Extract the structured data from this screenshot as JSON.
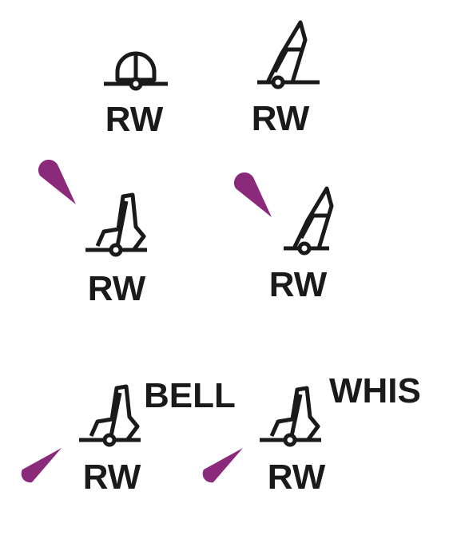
{
  "symbols": [
    {
      "id": "radio-beacon-rw",
      "label": "RW",
      "icon": "radio-beacon-symbol",
      "flare": false,
      "extra": ""
    },
    {
      "id": "pillar-rw",
      "label": "RW",
      "icon": "pillar-buoy-symbol",
      "flare": false,
      "extra": ""
    },
    {
      "id": "spar-light-rw",
      "label": "RW",
      "icon": "spar-buoy-symbol",
      "flare": true,
      "extra": ""
    },
    {
      "id": "pillar-light-rw",
      "label": "RW",
      "icon": "pillar-buoy-symbol",
      "flare": true,
      "extra": ""
    },
    {
      "id": "spar-light-bell-rw",
      "label": "RW",
      "icon": "spar-buoy-symbol",
      "flare": true,
      "extra": "BELL"
    },
    {
      "id": "spar-light-whis-rw",
      "label": "RW",
      "icon": "spar-buoy-symbol",
      "flare": true,
      "extra": "WHIS"
    }
  ],
  "colors": {
    "ink": "#1a1a1a",
    "flare": "#8b2a7a",
    "background": "#ffffff"
  }
}
